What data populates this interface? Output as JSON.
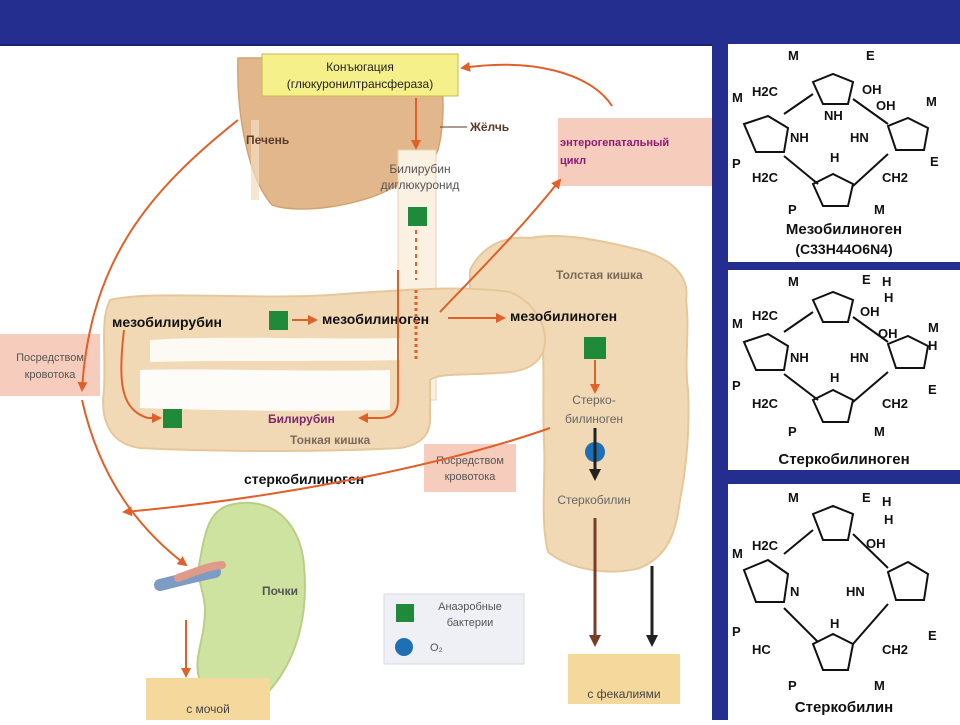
{
  "conjugation": {
    "line1": "Конъюгация",
    "line2": "(глюкуронилтрансфераза)"
  },
  "liver": "Печень",
  "bile": "Жёлчь",
  "bilirubin_diglucuronide": {
    "line1": "Билирубин",
    "line2": "диглюкуронид"
  },
  "enterohepatic": {
    "line1": "энтерогепатальный",
    "line2": "цикл"
  },
  "large_intestine": "Толстая кишка",
  "small_intestine": "Тонкая кишка",
  "mesobilirubin": "мезобилирубин",
  "mesobilinogen_mid": "мезобилиноген",
  "mesobilinogen_right": "мезобилиноген",
  "bilirubin": "Билирубин",
  "via_blood_left": {
    "line1": "Посредством",
    "line2": "кровотока"
  },
  "via_blood_mid": {
    "line1": "Посредством",
    "line2": "кровотока"
  },
  "stercobilinogen_mid": "стеркобилиноген",
  "stercobilinogen_colon": {
    "line1": "Стерко-",
    "line2": "билиноген"
  },
  "stercobilin_colon": "Стеркобилин",
  "kidneys": "Почки",
  "with_urine": "с мочой",
  "with_feces": "с фекалиями",
  "legend": {
    "bacteria_line1": "Анаэробные",
    "bacteria_line2": "бактерии",
    "o2": "O₂"
  },
  "colors": {
    "arrow": "#e0602a",
    "bacteria": "#1e8a3a",
    "o2": "#1f6fb5",
    "header": "#232e8e",
    "gut": "#f1d9b6",
    "label_box": "#f6cdbd",
    "yellow_box": "#f5f08a",
    "enterohepatic_text": "#8b1a7a"
  },
  "structures": {
    "mesobilinogen": {
      "name": "Мезобилиноген",
      "formula": "(C33H44O6N4)",
      "groups": [
        "M",
        "E",
        "M",
        "OH",
        "H2C",
        "NH",
        "HN",
        "OH",
        "M",
        "NH",
        "E",
        "P",
        "H",
        "H2C",
        "CH2",
        "P",
        "M"
      ]
    },
    "stercobilinogen": {
      "name": "Стеркобилиноген",
      "groups": [
        "M",
        "E",
        "H",
        "H",
        "M",
        "H2C",
        "OH",
        "OH",
        "M",
        "NH",
        "HN",
        "H",
        "P",
        "H",
        "E",
        "H2C",
        "CH2",
        "P",
        "M"
      ]
    },
    "stercobilin": {
      "name": "Стеркобилин",
      "groups": [
        "M",
        "E",
        "H",
        "H",
        "M",
        "H2C",
        "OH",
        "N",
        "HN",
        "E",
        "P",
        "H",
        "HC",
        "CH2",
        "P",
        "M"
      ]
    }
  }
}
